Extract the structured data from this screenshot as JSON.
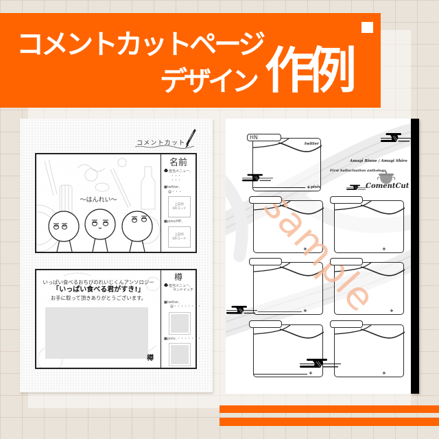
{
  "banner": {
    "line1": "コメントカットページ",
    "line2": "デザイン",
    "emphasis": "作例",
    "accent_color": "#ff6400"
  },
  "left_page": {
    "title": "コメントカット",
    "cut1": {
      "legend": "〜はんれい〜",
      "side": {
        "name": "名前",
        "menu_icon": "pot-icon",
        "menu_label": "担当メニュー、",
        "menu_lines": [
          "・・・",
          "・・・"
        ],
        "twitter_label": "■twitter、",
        "twitter_handle": "@・・・",
        "qr1_lines": [
          "上記の",
          "QRコード"
        ],
        "pixiv_label": "■pixiv/HP、",
        "qr2_lines": [
          "上記の",
          "QRコード"
        ]
      }
    },
    "cut2": {
      "intro": "いっぱい食べるおちびのれいじくんアンソロジー",
      "title": "「いっぱい食べる君がすき!」",
      "thanks": "お手に取って頂きありがとうございます。",
      "signature": "樽",
      "side": {
        "name": "樽",
        "menu_icon": "pot-icon",
        "menu_label": "担当メニュー、",
        "menu_value": "サンドイッチ",
        "twitter_label": "■twitter、",
        "twitter_handle": "@・・・・・・・・",
        "pixiv_label": "■pixiv、・・・・・・・"
      }
    }
  },
  "right_page": {
    "hn_card": {
      "tab": "HN",
      "twitter": "twitter",
      "pixiv": "pixiv",
      "marker": "+"
    },
    "credits": {
      "authors": "Amagi Rinne / Amagi Shiro",
      "subtitle": "First hallucination anthology",
      "logo": "ComentCut"
    },
    "card_marker": "+"
  },
  "watermark": {
    "text": "sample",
    "color": "#f6b897"
  },
  "colors": {
    "background": "#e9e3d9",
    "panel": "#f4f1ec",
    "accent": "#ff6400",
    "ink": "#222222"
  }
}
